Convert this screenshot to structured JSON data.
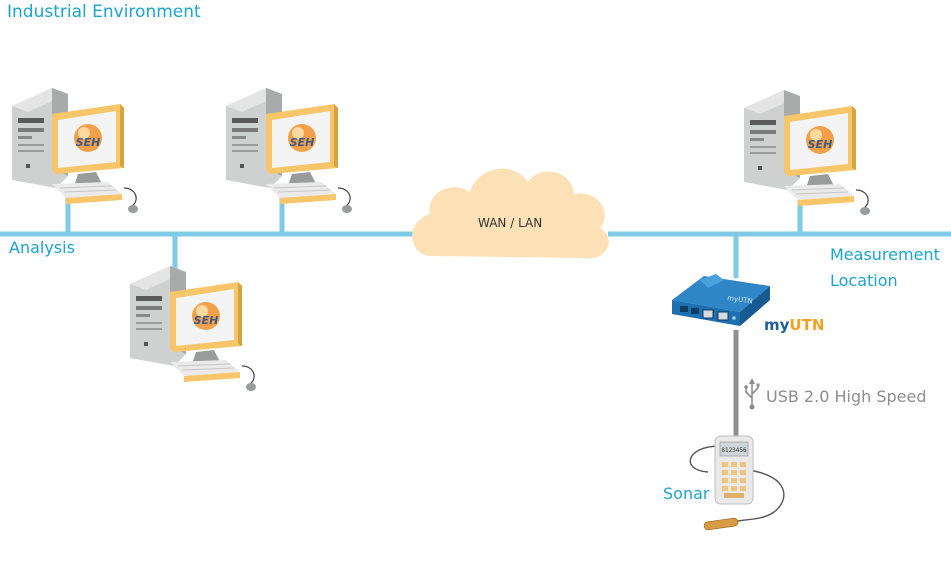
{
  "title": "Industrial Environment",
  "labels": {
    "analysis": "Analysis",
    "measurement_line1": "Measurement",
    "measurement_line2": "Location",
    "wan_lan": "WAN / LAN",
    "my": "my",
    "utn": "UTN",
    "usb": "USB 2.0 High Speed",
    "sonar": "Sonar"
  },
  "screen_logo": "SEH",
  "device_brand": "myUTN",
  "sonar_display": "8123456",
  "colors": {
    "network_line": "#7fcbe7",
    "label_teal": "#1aa4cf",
    "cloud": "#fde1b6",
    "utn_blue": "#1e6fb0",
    "my_blue": "#1e5f9c",
    "utn_orange": "#f0a321",
    "usb_cable": "#8f8f8f",
    "usb_text": "#8d8d8d"
  }
}
